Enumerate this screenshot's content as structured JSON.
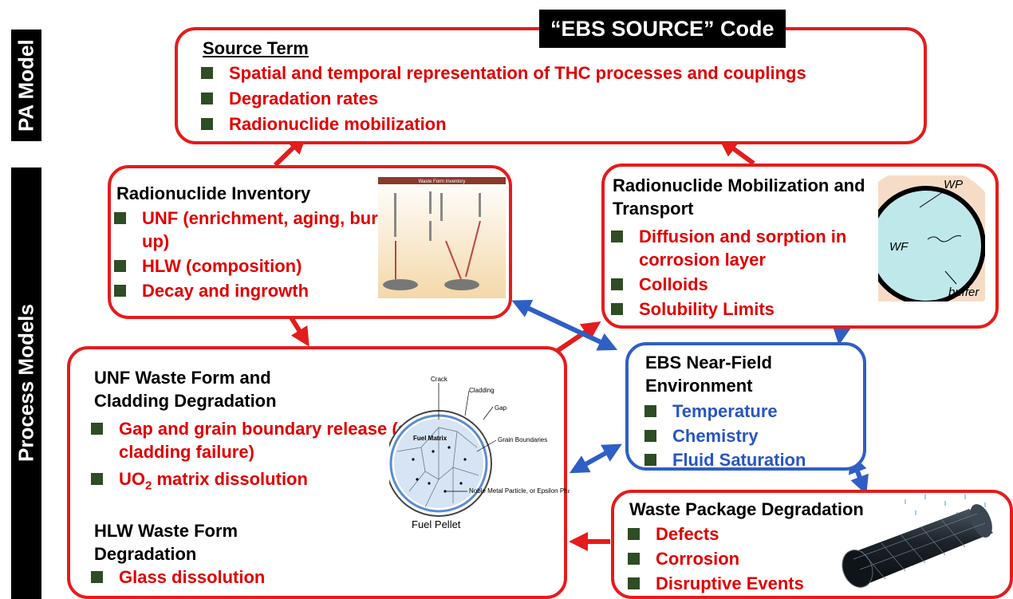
{
  "side_labels": {
    "pa": "PA Model",
    "process": "Process Models"
  },
  "ebs_code_title": "“EBS SOURCE” Code",
  "source_term": {
    "heading": "Source Term",
    "items": [
      "Spatial and temporal representation of THC processes and couplings",
      "Degradation rates",
      "Radionuclide mobilization"
    ]
  },
  "inventory": {
    "heading": "Radionuclide Inventory",
    "items": [
      "UNF (enrichment, aging, burn-up)",
      "HLW (composition)",
      "Decay and ingrowth"
    ],
    "figure_title": "Waste Form Inventory"
  },
  "mobilization": {
    "heading": "Radionuclide Mobilization and Transport",
    "items": [
      "Diffusion and sorption in corrosion layer",
      "Colloids",
      "Solubility Limits"
    ],
    "figure_labels": {
      "wp": "WP",
      "wf": "WF",
      "buffer": "buffer"
    }
  },
  "near_field": {
    "heading": "EBS Near-Field Environment",
    "items": [
      "Temperature",
      "Chemistry",
      "Fluid Saturation"
    ]
  },
  "unf_waste": {
    "heading": "UNF Waste Form and Cladding Degradation",
    "items": [
      "Gap and grain boundary release (at cladding failure)",
      "UO",
      "matrix dissolution"
    ],
    "uo2_prefix": "UO",
    "uo2_sub": "2",
    "uo2_suffix": " matrix dissolution",
    "hlw_heading": "HLW Waste Form Degradation",
    "hlw_items": [
      "Glass dissolution"
    ],
    "pellet": {
      "caption": "Fuel Pellet",
      "labels": {
        "crack": "Crack",
        "cladding": "Cladding",
        "gap": "Gap",
        "fuel_matrix": "Fuel Matrix",
        "grain": "Grain Boundaries",
        "noble": "Noble Metal Particle, or Epsilon Phase (Black Dot)"
      }
    }
  },
  "waste_package": {
    "heading": "Waste Package Degradation",
    "items": [
      "Defects",
      "Corrosion",
      "Disruptive Events"
    ]
  },
  "colors": {
    "red": "#e41c1c",
    "blue": "#2f5fc4",
    "bullet": "#2e4d24"
  }
}
